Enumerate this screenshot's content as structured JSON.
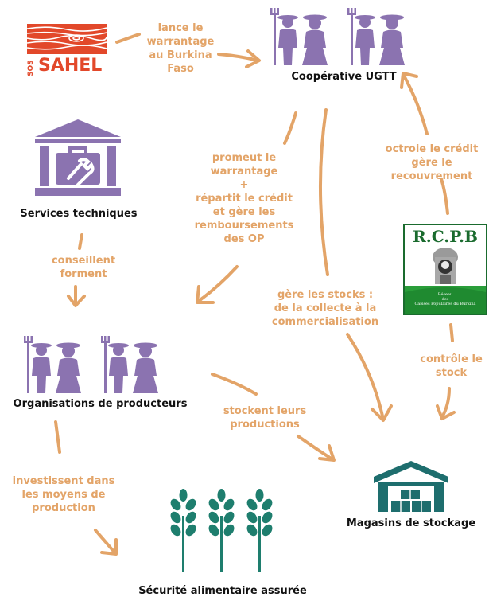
{
  "colors": {
    "arrow": "#e3a468",
    "people": "#8b73b0",
    "wheat": "#1e7e6e",
    "warehouse": "#1e6e6e",
    "bank": "#8b73b0",
    "sahel": "#e2482a",
    "rcpb_green": "#1a6b2e"
  },
  "nodes": {
    "sahel": {
      "sos": "SOS",
      "name": "SAHEL",
      "icon": "sos-sahel-logo"
    },
    "cooperative": {
      "label": "Coopérative UGTT",
      "icon": "farmers-group-icon"
    },
    "services": {
      "label": "Services techniques",
      "icon": "bank-building-icon"
    },
    "rcpb": {
      "title": "R.C.P.B",
      "caption_line1": "Réseau",
      "caption_line2": "des",
      "caption_line3": "Caisses Populaires du Burkina",
      "icon": "rcpb-logo"
    },
    "producers": {
      "label": "Organisations de producteurs",
      "icon": "farmers-group-icon"
    },
    "storage": {
      "label": "Magasins de stockage",
      "icon": "warehouse-icon"
    },
    "food_security": {
      "label": "Sécurité alimentaire assurée",
      "icon": "wheat-icon"
    }
  },
  "flows": {
    "sahel_to_coop": [
      "lance le",
      "warrantage",
      "au Burkina",
      "Faso"
    ],
    "coop_to_producers": [
      "promeut le",
      "warrantage",
      "+",
      "répartit le crédit",
      "et gère les",
      "remboursements",
      "des OP"
    ],
    "rcpb_to_coop": [
      "octroie le crédit",
      "gère le",
      "recouvrement"
    ],
    "services_to_producers": [
      "conseillent",
      "forment"
    ],
    "coop_to_storage": [
      "gère les stocks :",
      "de la collecte à la",
      "commercialisation"
    ],
    "rcpb_to_storage": [
      "contrôle le",
      "stock"
    ],
    "producers_to_storage": [
      "stockent leurs",
      "productions"
    ],
    "producers_to_food": [
      "investissent dans",
      "les moyens de",
      "production"
    ]
  }
}
